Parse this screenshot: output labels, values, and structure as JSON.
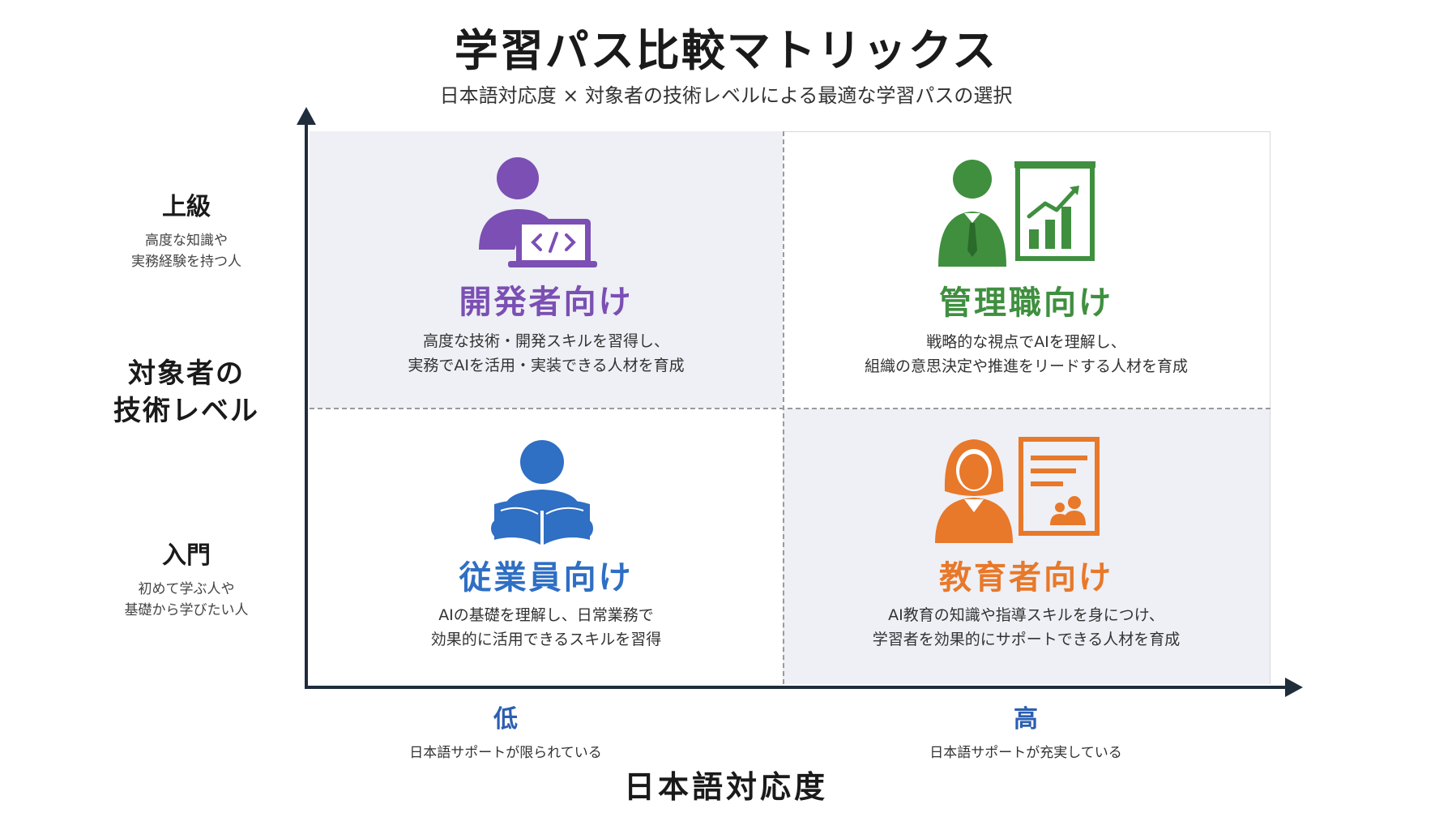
{
  "title": "学習パス比較マトリックス",
  "subtitle": "日本語対応度 × 対象者の技術レベルによる最適な学習パスの選択",
  "y_axis": {
    "title_line1": "対象者の",
    "title_line2": "技術レベル",
    "high_label": "上級",
    "high_desc_line1": "高度な知識や",
    "high_desc_line2": "実務経験を持つ人",
    "low_label": "入門",
    "low_desc_line1": "初めて学ぶ人や",
    "low_desc_line2": "基礎から学びたい人"
  },
  "x_axis": {
    "title": "日本語対応度",
    "low_label": "低",
    "low_desc": "日本語サポートが限られている",
    "high_label": "高",
    "high_desc": "日本語サポートが充実している"
  },
  "quadrants": {
    "developer": {
      "icon": "developer-laptop-icon",
      "color": "#7b4fb3",
      "title": "開発者向け",
      "desc_line1": "高度な技術・開発スキルを習得し、",
      "desc_line2": "実務でAIを活用・実装できる人材を育成"
    },
    "manager": {
      "icon": "manager-chart-icon",
      "color": "#3f8f3f",
      "title": "管理職向け",
      "desc_line1": "戦略的な視点でAIを理解し、",
      "desc_line2": "組織の意思決定や推進をリードする人材を育成"
    },
    "employee": {
      "icon": "employee-book-icon",
      "color": "#2f6fc4",
      "title": "従業員向け",
      "desc_line1": "AIの基礎を理解し、日常業務で",
      "desc_line2": "効果的に活用できるスキルを習得"
    },
    "educator": {
      "icon": "educator-board-icon",
      "color": "#e8782a",
      "title": "教育者向け",
      "desc_line1": "AI教育の知識や指導スキルを身につけ、",
      "desc_line2": "学習者を効果的にサポートできる人材を育成"
    }
  }
}
